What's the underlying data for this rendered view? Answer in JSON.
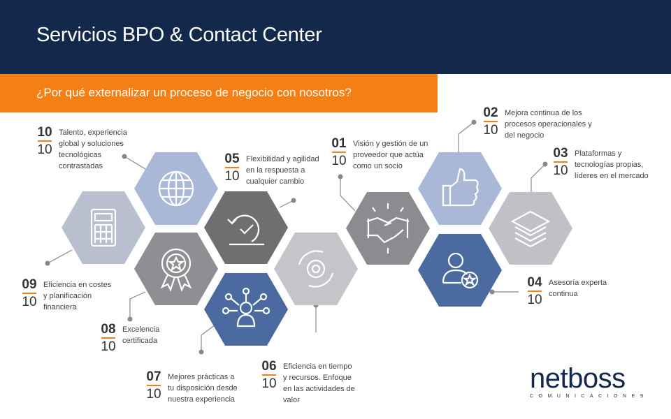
{
  "header": {
    "title": "Servicios BPO & Contact Center"
  },
  "band": {
    "subtitle": "¿Por qué externalizar un proceso de negocio con nosotros?"
  },
  "total": "10",
  "items": [
    {
      "num": "01",
      "text": [
        "Visión y gestión de un",
        "proveedor que actúa",
        "como un socio"
      ]
    },
    {
      "num": "02",
      "text": [
        "Mejora continua de los",
        "procesos operacionales y",
        "del negocio"
      ]
    },
    {
      "num": "03",
      "text": [
        "Plataformas y",
        "tecnologías propias,",
        "líderes en el mercado"
      ]
    },
    {
      "num": "04",
      "text": [
        "Asesoría experta",
        "continua"
      ]
    },
    {
      "num": "05",
      "text": [
        "Flexibilidad y agilidad",
        "en la respuesta a",
        "cualquier cambio"
      ]
    },
    {
      "num": "06",
      "text": [
        "Eficiencia en tiempo",
        "y recursos. Enfoque",
        "en las actividades de",
        "valor"
      ]
    },
    {
      "num": "07",
      "text": [
        "Mejores prácticas a",
        "tu disposición desde",
        "nuestra experiencia"
      ]
    },
    {
      "num": "08",
      "text": [
        "Excelencia",
        "certificada"
      ]
    },
    {
      "num": "09",
      "text": [
        "Eficiencia en costes",
        "y planificación",
        "financiera"
      ]
    },
    {
      "num": "10",
      "text": [
        "Talento, experiencia",
        "global y soluciones",
        "tecnológicas",
        "contrastadas"
      ]
    }
  ],
  "logo": {
    "name": "netboss",
    "tagline": "COMUNICACIONES"
  },
  "colors": {
    "navy": "#13294b",
    "orange": "#f47f15",
    "blue": "#4a6aa0",
    "lightblue": "#aab8d8"
  }
}
